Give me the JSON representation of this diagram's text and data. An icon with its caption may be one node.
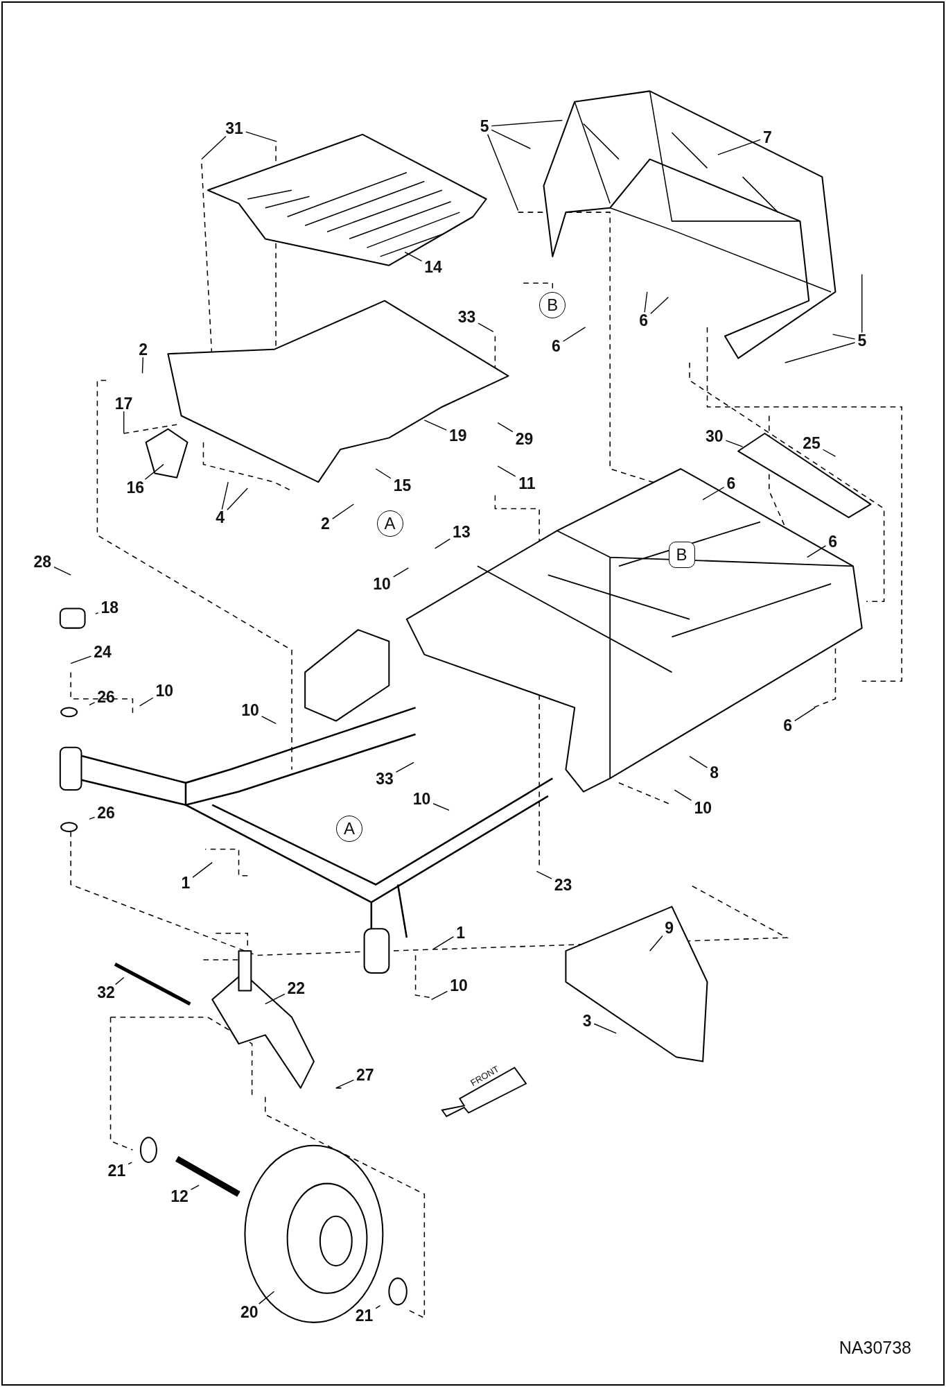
{
  "diagram": {
    "nodes": [
      {
        "text": [
          "31"
        ]
      },
      {
        "text": [
          "5"
        ]
      },
      {
        "text": [
          "7"
        ]
      },
      {
        "text": [
          "14"
        ]
      },
      {
        "text": [
          "B"
        ]
      },
      {
        "text": [
          "33"
        ]
      },
      {
        "text": [
          "6"
        ]
      },
      {
        "text": [
          "5"
        ]
      },
      {
        "text": [
          "6"
        ]
      },
      {
        "text": [
          "2"
        ]
      },
      {
        "text": [
          "17"
        ]
      },
      {
        "text": [
          "19"
        ]
      },
      {
        "text": [
          "30"
        ]
      },
      {
        "text": [
          "29"
        ]
      },
      {
        "text": [
          "25"
        ]
      },
      {
        "text": [
          "11"
        ]
      },
      {
        "text": [
          "6"
        ]
      },
      {
        "text": [
          "15"
        ]
      },
      {
        "text": [
          "16"
        ]
      },
      {
        "text": [
          "4"
        ]
      },
      {
        "text": [
          "2"
        ]
      },
      {
        "text": [
          "A"
        ]
      },
      {
        "text": [
          "13"
        ]
      },
      {
        "text": [
          "6"
        ]
      },
      {
        "text": [
          "B"
        ]
      },
      {
        "text": [
          "28"
        ]
      },
      {
        "text": [
          "10"
        ]
      },
      {
        "text": [
          "18"
        ]
      },
      {
        "text": [
          "24"
        ]
      },
      {
        "text": [
          "10"
        ]
      },
      {
        "text": [
          "26"
        ]
      },
      {
        "text": [
          "10"
        ]
      },
      {
        "text": [
          "6"
        ]
      },
      {
        "text": [
          "8"
        ]
      },
      {
        "text": [
          "33"
        ]
      },
      {
        "text": [
          "10"
        ]
      },
      {
        "text": [
          "10"
        ]
      },
      {
        "text": [
          "26"
        ]
      },
      {
        "text": [
          "A"
        ]
      },
      {
        "text": [
          "1"
        ]
      },
      {
        "text": [
          "23"
        ]
      },
      {
        "text": [
          "9"
        ]
      },
      {
        "text": [
          "1"
        ]
      },
      {
        "text": [
          "10"
        ]
      },
      {
        "text": [
          "22"
        ]
      },
      {
        "text": [
          "32"
        ]
      },
      {
        "text": [
          "3"
        ]
      },
      {
        "text": [
          "27"
        ]
      },
      {
        "text": [
          "21"
        ]
      },
      {
        "text": [
          "12"
        ]
      },
      {
        "text": [
          "20"
        ]
      },
      {
        "text": [
          "21"
        ]
      }
    ],
    "edges": [
      {
        "from": 0,
        "to": null,
        "arrow": "none"
      },
      {
        "from": 0,
        "to": null,
        "arrow": "none"
      },
      {
        "from": 1,
        "to": null,
        "arrow": "none"
      },
      {
        "from": 1,
        "to": null,
        "arrow": "none"
      },
      {
        "from": 1,
        "to": null,
        "arrow": "none"
      },
      {
        "from": 2,
        "to": null,
        "arrow": "none"
      },
      {
        "from": 3,
        "to": null,
        "arrow": "none"
      },
      {
        "from": 5,
        "to": null,
        "arrow": "none"
      },
      {
        "from": 6,
        "to": null,
        "arrow": "none"
      },
      {
        "from": 6,
        "to": null,
        "arrow": "none"
      },
      {
        "from": 7,
        "to": null,
        "arrow": "none"
      },
      {
        "from": 7,
        "to": null,
        "arrow": "none"
      },
      {
        "from": 7,
        "to": null,
        "arrow": "none"
      },
      {
        "from": 8,
        "to": null,
        "arrow": "none"
      },
      {
        "from": 9,
        "to": null,
        "arrow": "none"
      },
      {
        "from": 10,
        "to": null,
        "arrow": "none"
      },
      {
        "from": 11,
        "to": null,
        "arrow": "none"
      },
      {
        "from": 12,
        "to": null,
        "arrow": "none"
      },
      {
        "from": 13,
        "to": null,
        "arrow": "none"
      },
      {
        "from": 14,
        "to": null,
        "arrow": "none"
      },
      {
        "from": 15,
        "to": null,
        "arrow": "none"
      },
      {
        "from": 16,
        "to": null,
        "arrow": "none"
      },
      {
        "from": 17,
        "to": null,
        "arrow": "none"
      },
      {
        "from": 18,
        "to": null,
        "arrow": "none"
      },
      {
        "from": 19,
        "to": null,
        "arrow": "none"
      },
      {
        "from": 19,
        "to": null,
        "arrow": "none"
      },
      {
        "from": 20,
        "to": null,
        "arrow": "none"
      },
      {
        "from": 22,
        "to": null,
        "arrow": "none"
      },
      {
        "from": 23,
        "to": null,
        "arrow": "none"
      },
      {
        "from": 25,
        "to": null,
        "arrow": "none"
      },
      {
        "from": 26,
        "to": null,
        "arrow": "none"
      },
      {
        "from": 27,
        "to": null,
        "arrow": "none"
      },
      {
        "from": 28,
        "to": null,
        "arrow": "none"
      },
      {
        "from": 29,
        "to": null,
        "arrow": "none"
      },
      {
        "from": 30,
        "to": null,
        "arrow": "none"
      },
      {
        "from": 31,
        "to": null,
        "arrow": "none"
      },
      {
        "from": 32,
        "to": null,
        "arrow": "none"
      },
      {
        "from": 33,
        "to": null,
        "arrow": "none"
      },
      {
        "from": 34,
        "to": null,
        "arrow": "none"
      },
      {
        "from": 35,
        "to": null,
        "arrow": "none"
      },
      {
        "from": 36,
        "to": null,
        "arrow": "none"
      },
      {
        "from": 37,
        "to": null,
        "arrow": "none"
      },
      {
        "from": 39,
        "to": null,
        "arrow": "none"
      },
      {
        "from": 40,
        "to": null,
        "arrow": "none"
      },
      {
        "from": 41,
        "to": null,
        "arrow": "none"
      },
      {
        "from": 42,
        "to": null,
        "arrow": "none"
      },
      {
        "from": 43,
        "to": null,
        "arrow": "none"
      },
      {
        "from": 44,
        "to": null,
        "arrow": "none"
      },
      {
        "from": 45,
        "to": null,
        "arrow": "none"
      },
      {
        "from": 46,
        "to": null,
        "arrow": "none"
      },
      {
        "from": 47,
        "to": null,
        "arrow": "none"
      },
      {
        "from": 48,
        "to": null,
        "arrow": "none"
      },
      {
        "from": 49,
        "to": null,
        "arrow": "none"
      },
      {
        "from": 50,
        "to": null,
        "arrow": "none"
      },
      {
        "from": 51,
        "to": null,
        "arrow": "none"
      }
    ],
    "labels": [
      "FRONT",
      "NA30738"
    ]
  }
}
